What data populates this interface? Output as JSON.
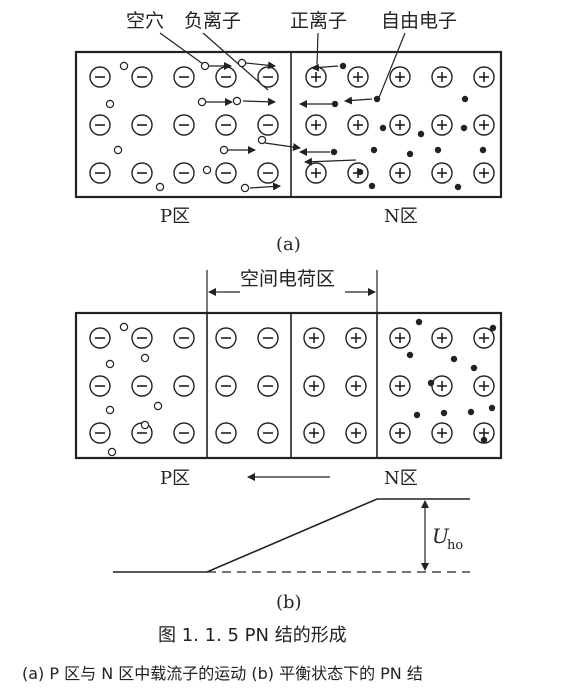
{
  "diagram_a": {
    "labels": {
      "hole": "空穴",
      "negative_ion": "负离子",
      "positive_ion": "正离子",
      "free_electron": "自由电子",
      "p_region": "P区",
      "n_region": "N区",
      "sub_label": "(a)"
    }
  },
  "diagram_b": {
    "labels": {
      "space_charge_region": "空间电荷区",
      "p_region": "P区",
      "n_region": "N区",
      "sub_label": "(b)",
      "voltage_symbol": "U",
      "voltage_subscript": "ho"
    }
  },
  "caption": {
    "title": "图 1. 1. 5    PN 结的形成",
    "subtitle": "(a) P 区与 N 区中载流子的运动  (b) 平衡状态下的 PN 结"
  }
}
